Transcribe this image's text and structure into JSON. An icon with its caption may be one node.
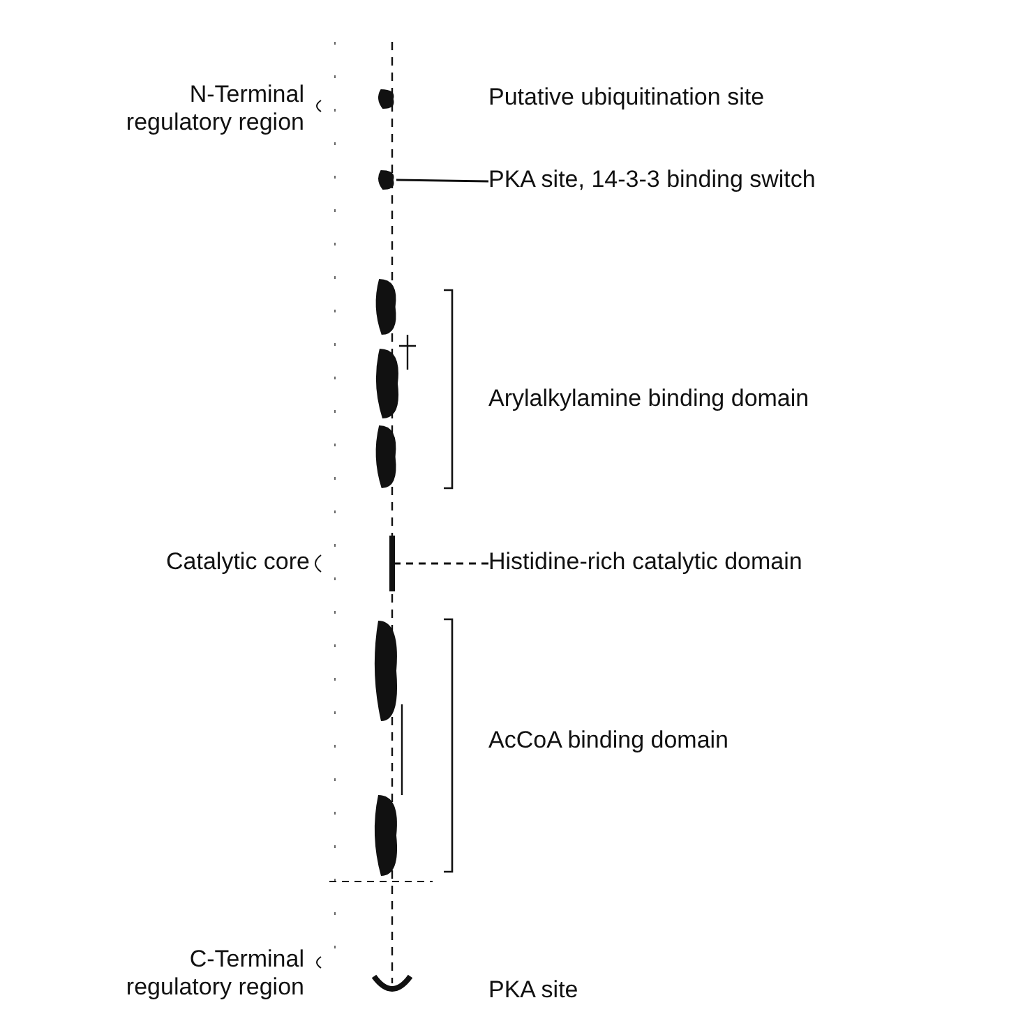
{
  "diagram": {
    "nodes": [
      {
        "text": [
          "PKA site, 14-3-3 binding switch"
        ]
      },
      {
        "text": [],
        "shape": "circle"
      },
      {
        "text": [
          "Histidine-rich catalytic domain"
        ]
      },
      {
        "text": [],
        "shape": "bar"
      }
    ],
    "edges": [
      {
        "from": 0,
        "to": 1,
        "arrow": "none"
      },
      {
        "from": 2,
        "to": 3,
        "arrow": "none",
        "style": "dashed"
      }
    ],
    "labels": [
      "N-Terminal regulatory region",
      "Putative ubiquitination site",
      "Arylalkylamine binding domain",
      "Catalytic core",
      "AcCoA binding domain",
      "C-Terminal regulatory region",
      "PKA site"
    ]
  }
}
